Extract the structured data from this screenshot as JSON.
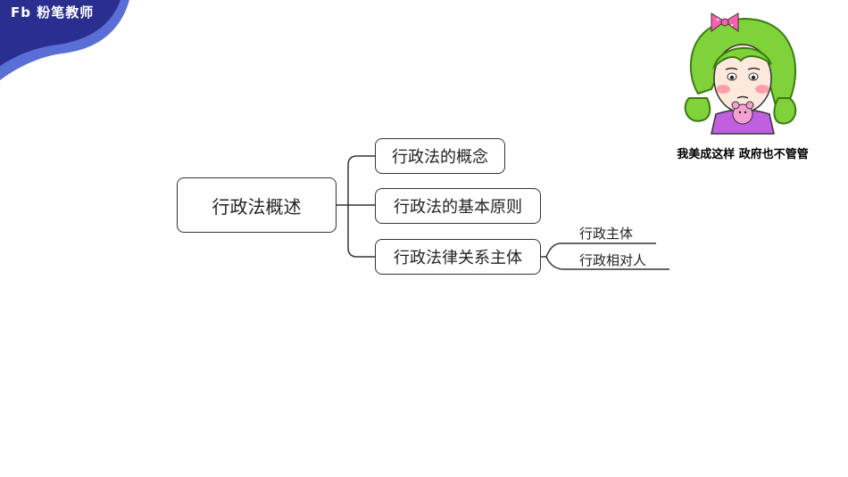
{
  "brand": {
    "logo_text": "粉笔教师",
    "logo_mark": "Fb",
    "color": "#2a2f8f"
  },
  "mindmap": {
    "root": "行政法概述",
    "children": [
      {
        "label": "行政法的概念"
      },
      {
        "label": "行政法的基本原则"
      },
      {
        "label": "行政法律关系主体",
        "leaves": [
          "行政主体",
          "行政相对人"
        ]
      }
    ]
  },
  "sticker": {
    "caption": "我美成这样 政府也不管管",
    "icon": "cartoon-girl-sticker"
  }
}
